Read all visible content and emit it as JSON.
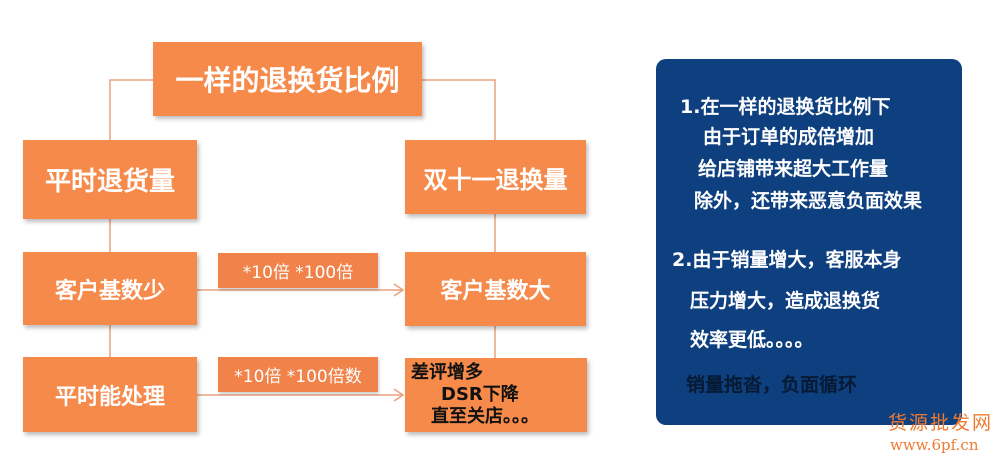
{
  "diagram": {
    "title": "一样的退换货比例",
    "left_col": [
      "平时退货量",
      "客户基数少",
      "平时能处理"
    ],
    "right_col": [
      "双十一退换量",
      "客户基数大"
    ],
    "right_bottom": [
      "差评增多",
      "DSR下降",
      "直至关店。。。"
    ],
    "arrow_labels": [
      "*10倍 *100倍",
      "*10倍 *100倍数"
    ]
  },
  "panel": {
    "lines": [
      "1.在一样的退换货比例下",
      "由于订单的成倍增加",
      "给店铺带来超大工作量",
      "除外，还带来恶意负面效果",
      "2.由于销量增大，客服本身",
      "压力增大，造成退换货",
      "效率更低。。。。"
    ],
    "conclusion": "销量拖沓，负面循环"
  },
  "watermark": {
    "name": "货源批发网",
    "url": "www.6pf.cn"
  },
  "colors": {
    "orange": "#f58a4b",
    "blue": "#0e3f7f"
  }
}
